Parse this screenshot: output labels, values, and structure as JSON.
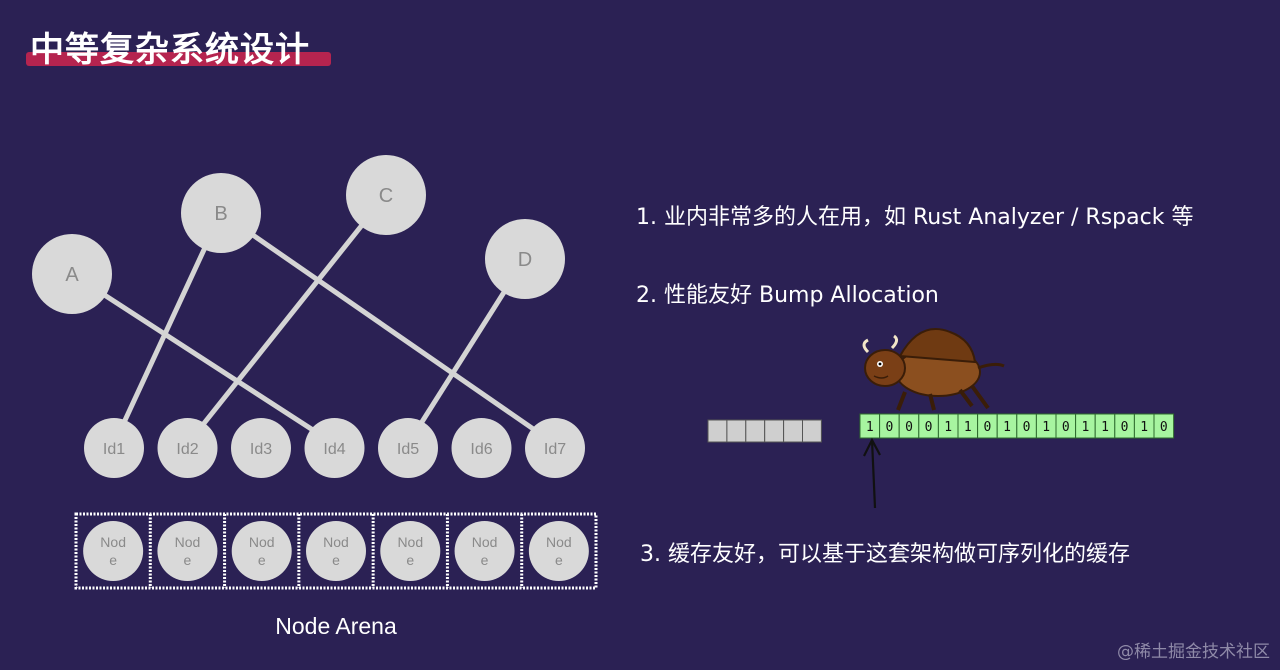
{
  "page": {
    "title": "中等复杂系统设计",
    "watermark": "@稀土掘金技术社区",
    "colors": {
      "background": "#2b2154",
      "title_underline": "#b5244f",
      "node_fill": "#d9d9d9",
      "edge": "#d4d4d4",
      "bit_fill": "#a7f5a0",
      "empty_cell_fill": "#cfcfcf"
    }
  },
  "points": [
    {
      "text": "1. 业内非常多的人在用，如 Rust Analyzer / Rspack 等"
    },
    {
      "text": "2. 性能友好 Bump Allocation"
    },
    {
      "text": "3. 缓存友好，可以基于这套架构做可序列化的缓存"
    }
  ],
  "diagram": {
    "graph_nodes": [
      {
        "id": "A",
        "label": "A"
      },
      {
        "id": "B",
        "label": "B"
      },
      {
        "id": "C",
        "label": "C"
      },
      {
        "id": "D",
        "label": "D"
      }
    ],
    "ids": [
      "Id1",
      "Id2",
      "Id3",
      "Id4",
      "Id5",
      "Id6",
      "Id7"
    ],
    "edges": [
      {
        "from": "A",
        "to": "Id4"
      },
      {
        "from": "B",
        "to": "Id1"
      },
      {
        "from": "B",
        "to": "Id7"
      },
      {
        "from": "C",
        "to": "Id2"
      },
      {
        "from": "D",
        "to": "Id5"
      }
    ],
    "arena_cell_label_line1": "Nod",
    "arena_cell_label_line2": "e",
    "arena_cell_count": 7,
    "arena_label": "Node Arena"
  },
  "bump": {
    "empty_cells": 6,
    "bits": [
      "1",
      "0",
      "0",
      "0",
      "1",
      "1",
      "0",
      "1",
      "0",
      "1",
      "0",
      "1",
      "1",
      "0",
      "1",
      "0"
    ],
    "mascot": "bison-icon",
    "pointer": "arrow-up-icon"
  }
}
